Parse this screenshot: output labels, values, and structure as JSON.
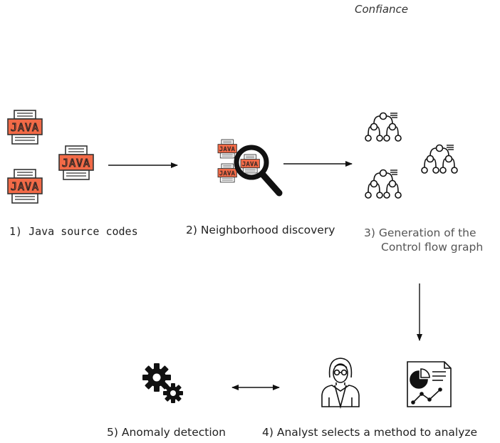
{
  "header_note": "Confiance",
  "steps": {
    "s1": "1) Java source codes",
    "s2": "2) Neighborhood discovery",
    "s3_line1": "3) Generation of the",
    "s3_line2": "Control flow graph",
    "s4": "4) Analyst selects a method to analyze",
    "s5": "5) Anomaly detection"
  },
  "icon_text": {
    "java": "JAVA"
  },
  "colors": {
    "java_orange": "#f26a47",
    "ink": "#111111"
  },
  "icons": [
    "java-file-icon",
    "magnifier-icon",
    "tree-graph-icon",
    "gears-icon",
    "analyst-icon",
    "report-icon"
  ]
}
